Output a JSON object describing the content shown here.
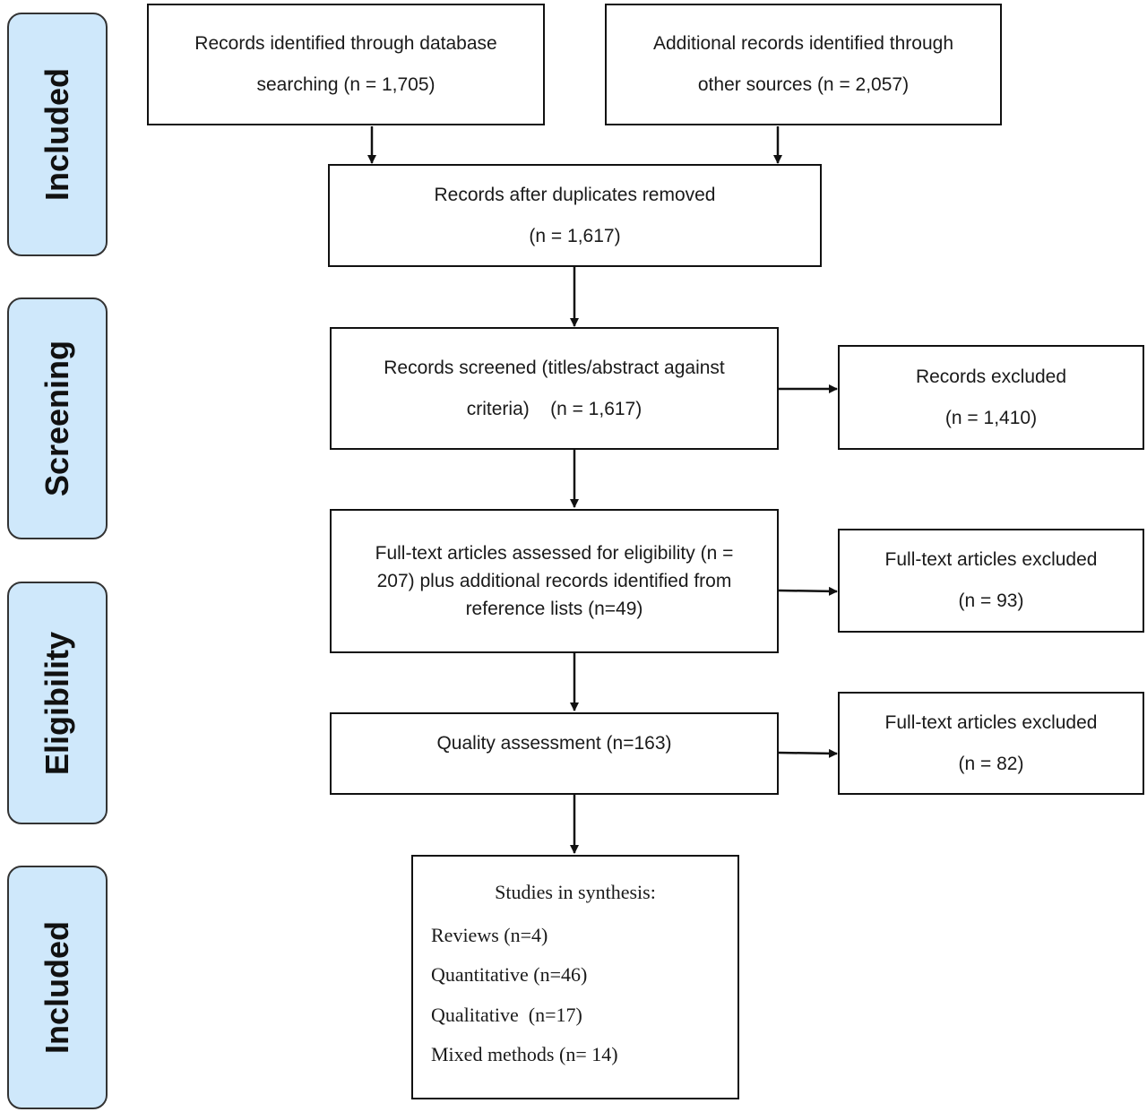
{
  "stages": [
    {
      "id": "included-top",
      "label": "Included"
    },
    {
      "id": "screening",
      "label": "Screening"
    },
    {
      "id": "eligibility",
      "label": "Eligibility"
    },
    {
      "id": "included-bottom",
      "label": "Included"
    }
  ],
  "boxes": {
    "database": {
      "line1": "Records identified through database",
      "line2": "searching (n = 1,705)"
    },
    "other_sources": {
      "line1": "Additional records identified through",
      "line2": "other sources (n = 2,057)"
    },
    "duplicates_removed": {
      "line1": "Records after duplicates removed",
      "line2": "(n = 1,617)"
    },
    "screened": {
      "line1": "Records screened (titles/abstract against",
      "line2": "criteria)    (n = 1,617)"
    },
    "records_excluded": {
      "line1": "Records excluded",
      "line2": "(n = 1,410)"
    },
    "fulltext_assessed": {
      "line1": "Full-text articles assessed for eligibility (n =",
      "line2": "207) plus additional records identified from",
      "line3": "reference lists (n=49)"
    },
    "fulltext_excluded_1": {
      "line1": "Full-text articles excluded",
      "line2": "(n = 93)"
    },
    "quality": {
      "line1": "Quality assessment (n=163)"
    },
    "fulltext_excluded_2": {
      "line1": "Full-text articles excluded",
      "line2": "(n = 82)"
    },
    "synthesis": {
      "title": "Studies in synthesis:",
      "items": [
        "Reviews (n=4)",
        "Quantitative (n=46)",
        "Qualitative  (n=17)",
        "Mixed methods (n= 14)"
      ]
    }
  }
}
